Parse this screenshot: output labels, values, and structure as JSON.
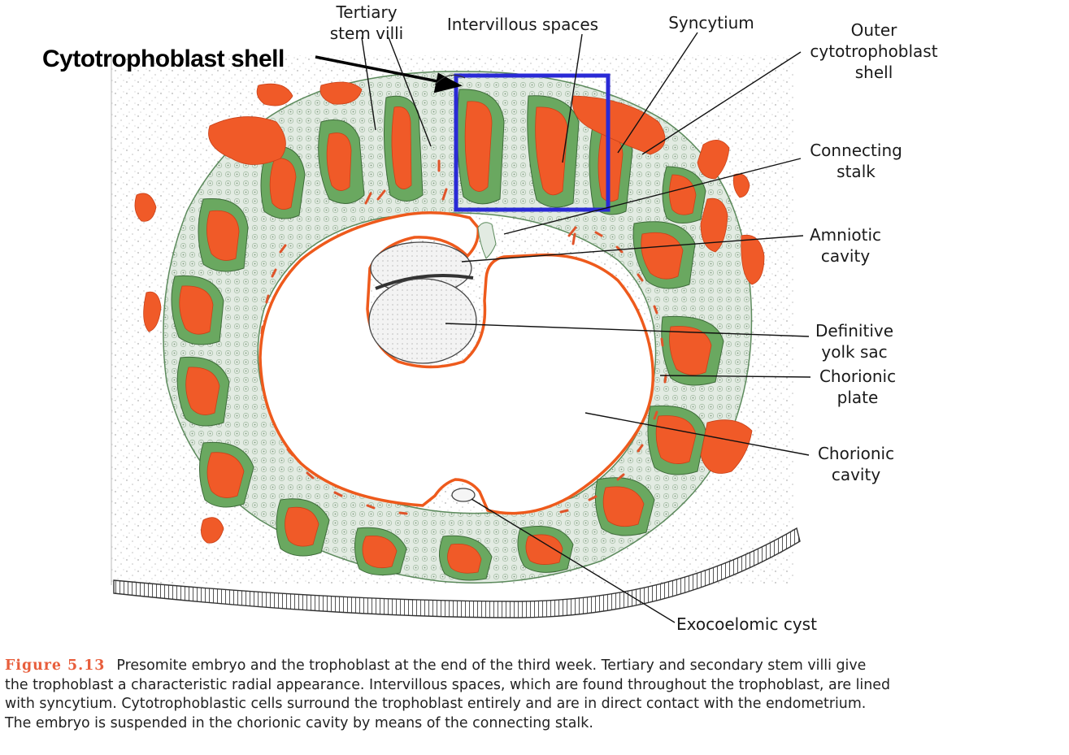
{
  "annotation": {
    "shell_label": "Cytotrophoblast shell"
  },
  "labels": {
    "tertiary_stem_villi": [
      "Tertiary",
      "stem villi"
    ],
    "intervillous_spaces": [
      "Intervillous spaces"
    ],
    "syncytium": [
      "Syncytium"
    ],
    "outer_cytotrophoblast_shell": [
      "Outer",
      "cytotrophoblast",
      "shell"
    ],
    "connecting_stalk": [
      "Connecting",
      "stalk"
    ],
    "amniotic_cavity": [
      "Amniotic",
      "cavity"
    ],
    "definitive_yolk_sac": [
      "Definitive",
      "yolk sac"
    ],
    "chorionic_plate": [
      "Chorionic",
      "plate"
    ],
    "chorionic_cavity": [
      "Chorionic",
      "cavity"
    ],
    "exocoelomic_cyst": [
      "Exocoelomic cyst"
    ]
  },
  "caption": {
    "figure_number": "Figure 5.13",
    "lines": [
      "Presomite embryo and the trophoblast at the end of the third week. Tertiary and secondary stem villi give",
      "the trophoblast a characteristic radial appearance. Intervillous spaces, which are found throughout the trophoblast, are lined",
      "with syncytium. Cytotrophoblastic cells surround the trophoblast entirely and are in direct contact with the endometrium.",
      "The embryo is suspended in the chorionic cavity by means of the connecting stalk."
    ]
  },
  "colors": {
    "blood": "#f05a28",
    "villus_core": "#6aa860",
    "cytotrophoblast": "#e2ebe2",
    "outline": "#ee5a1c",
    "highlight_box": "#2a2ad6",
    "caption_figure": "#e85e3c"
  }
}
